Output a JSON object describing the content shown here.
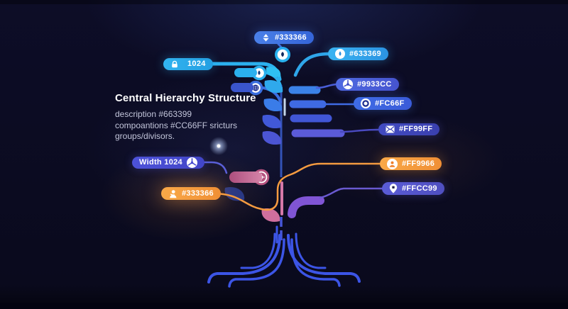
{
  "palette": {
    "background": "#0b0b20",
    "cyan": "#2bb0ee",
    "blue": "#3e6fd9",
    "indigo": "#4a4fd2",
    "deep_indigo": "#3d45b8",
    "purple": "#7e5cd6",
    "rose": "#cf6f9d",
    "orange": "#f79b3d",
    "text_primary": "#ffffff",
    "text_secondary": "#c3c6db"
  },
  "header": {
    "title": "Central Hierarchy Structure",
    "description_lines": [
      "description #663399",
      "compoantions #CC66FF sricturs",
      "groups/divisors."
    ]
  },
  "pills": {
    "top_center": {
      "label": "#333366",
      "icon": "layers-icon",
      "color": "#3e6fd9"
    },
    "right_1": {
      "label": "#633369",
      "icon": "drop-circle-icon",
      "color": "#2fa6ea"
    },
    "right_2": {
      "label": "#9933CC",
      "icon": "segmented-ball-icon",
      "color": "#4a5fd8"
    },
    "right_3": {
      "label": "#FC66F",
      "icon": "target-icon",
      "color": "#3d63de"
    },
    "right_4": {
      "label": "#FF99FF",
      "icon": "mail-icon",
      "color": "#3d45b8"
    },
    "right_5": {
      "label": "#FF9966",
      "icon": "person-circle-icon",
      "color": "#f79b3d"
    },
    "right_6": {
      "label": "#FFCC99",
      "icon": "map-pin-icon",
      "color": "#5556c9"
    },
    "left_top": {
      "label": "1024",
      "icon": "lock-icon",
      "color": "#28a9e6"
    },
    "left_mid": {
      "label": "Width 1024",
      "icon": "trefoil-icon",
      "color": "#474bd0"
    },
    "left_low": {
      "label": "#333366",
      "icon": "user-icon",
      "color": "#f79b3d"
    }
  },
  "tree_nodes": {
    "trunk_top": {
      "icon": "leaf-node-icon"
    },
    "branch_a": {
      "icon": "droplet-node-icon"
    },
    "branch_b": {
      "icon": "globe-node-icon"
    },
    "branch_c": {
      "icon": "aperture-node-icon"
    }
  }
}
